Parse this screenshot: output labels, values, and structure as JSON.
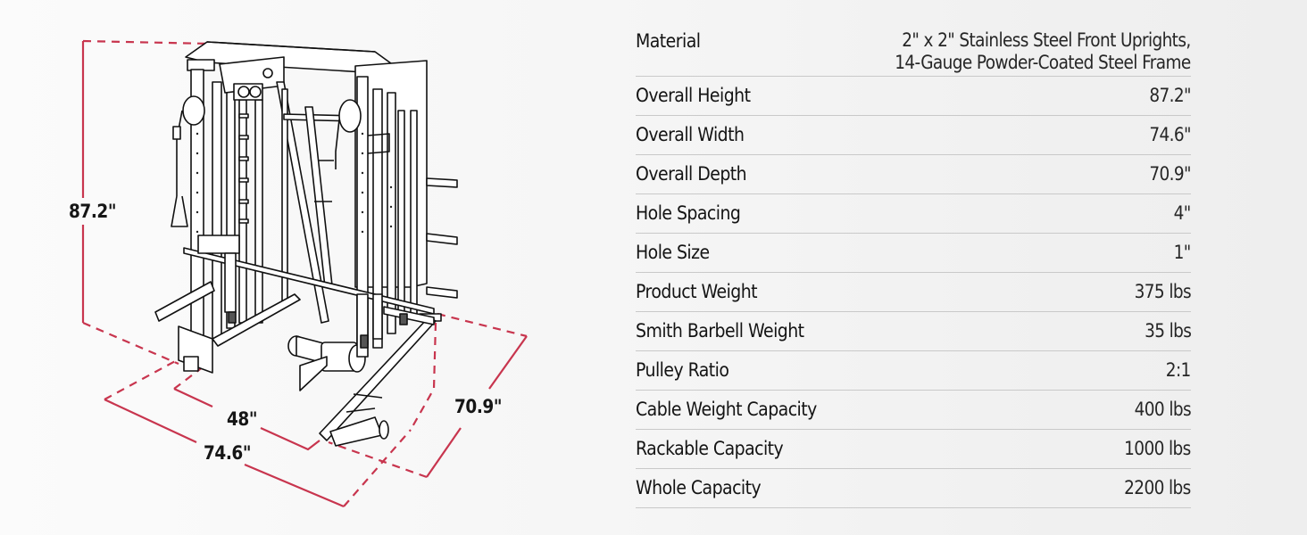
{
  "colors": {
    "dimension_line": "#c8354e",
    "text": "#141414",
    "divider": "#c9c9c9",
    "background": "#f5f5f5"
  },
  "diagram": {
    "subject": "smith-machine-line-drawing",
    "dimensions": {
      "height": "87.2\"",
      "inner_width": "48\"",
      "width": "74.6\"",
      "depth": "70.9\""
    }
  },
  "specs": {
    "rows": [
      {
        "label": "Material",
        "value_lines": [
          "2\" x 2\" Stainless Steel Front Uprights,",
          "14-Gauge Powder-Coated Steel Frame"
        ]
      },
      {
        "label": "Overall Height",
        "value": "87.2\""
      },
      {
        "label": "Overall Width",
        "value": "74.6\""
      },
      {
        "label": "Overall Depth",
        "value": "70.9\""
      },
      {
        "label": "Hole Spacing",
        "value": "4\""
      },
      {
        "label": "Hole Size",
        "value": "1\""
      },
      {
        "label": "Product Weight",
        "value": "375 lbs"
      },
      {
        "label": "Smith Barbell Weight",
        "value": "35 lbs"
      },
      {
        "label": "Pulley Ratio",
        "value": "2:1"
      },
      {
        "label": "Cable Weight Capacity",
        "value": "400 lbs"
      },
      {
        "label": "Rackable Capacity",
        "value": "1000 lbs"
      },
      {
        "label": "Whole Capacity",
        "value": "2200 lbs"
      }
    ]
  }
}
